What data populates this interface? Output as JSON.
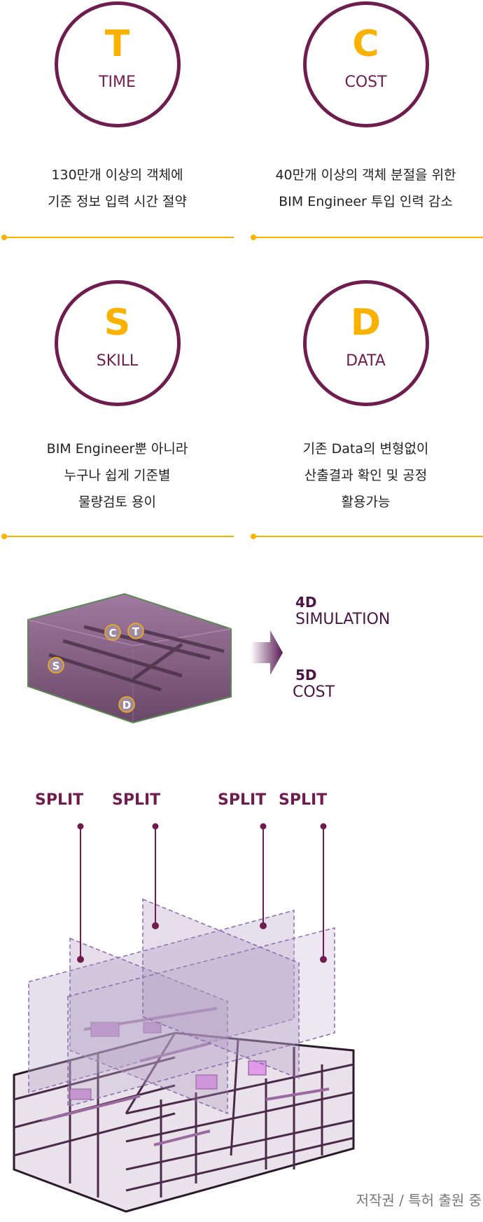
{
  "cards": [
    {
      "letter": "T",
      "word": "TIME",
      "lines": [
        "130만개 이상의 객체에",
        "기준 정보 입력 시간 절약"
      ]
    },
    {
      "letter": "C",
      "word": "COST",
      "lines": [
        "40만개 이상의 객체 분절을 위한",
        "BIM Engineer 투입 인력 감소"
      ]
    },
    {
      "letter": "S",
      "word": "SKILL",
      "lines": [
        "BIM Engineer뿐 아니라",
        "누구나 쉽게 기준별",
        "물량검토 용이"
      ]
    },
    {
      "letter": "D",
      "word": "DATA",
      "lines": [
        "기존 Data의 변형없이",
        "산출결과 확인 및 공정",
        "활용가능"
      ]
    }
  ],
  "cube_badges": [
    "C",
    "T",
    "S",
    "D"
  ],
  "outputs": [
    {
      "title": "4D",
      "sub": "SIMULATION"
    },
    {
      "title": "5D",
      "sub": "COST"
    }
  ],
  "split_labels": [
    "SPLIT",
    "SPLIT",
    "SPLIT",
    "SPLIT"
  ],
  "footer": "저작권 / 특허 출원 중",
  "colors": {
    "accent": "#fbb100",
    "brand": "#6f1d4f"
  }
}
